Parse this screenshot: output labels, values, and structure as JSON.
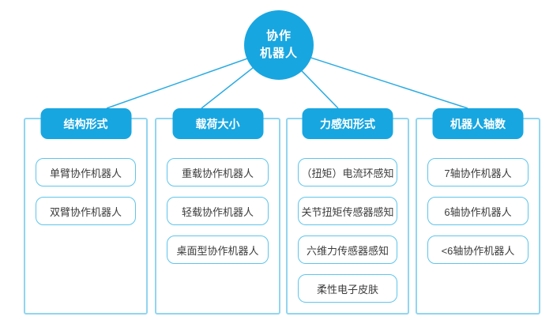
{
  "colors": {
    "node_blue": "#18a6e0",
    "connector_blue": "#2aabe2",
    "column_border": "#92d5f0",
    "leaf_border": "#5ec5ec",
    "leaf_text": "#3c3c3c"
  },
  "root": {
    "label_line1": "协作",
    "label_line2": "机器人"
  },
  "branches": [
    {
      "label": "结构形式",
      "items": [
        "单臂协作机器人",
        "双臂协作机器人"
      ]
    },
    {
      "label": "载荷大小",
      "items": [
        "重载协作机器人",
        "轻载协作机器人",
        "桌面型协作机器人"
      ]
    },
    {
      "label": "力感知形式",
      "items": [
        "（扭矩）电流环感知",
        "关节扭矩传感器感知",
        "六维力传感器感知",
        "柔性电子皮肤"
      ]
    },
    {
      "label": "机器人轴数",
      "items": [
        "7轴协作机器人",
        "6轴协作机器人",
        "<6轴协作机器人"
      ]
    }
  ]
}
